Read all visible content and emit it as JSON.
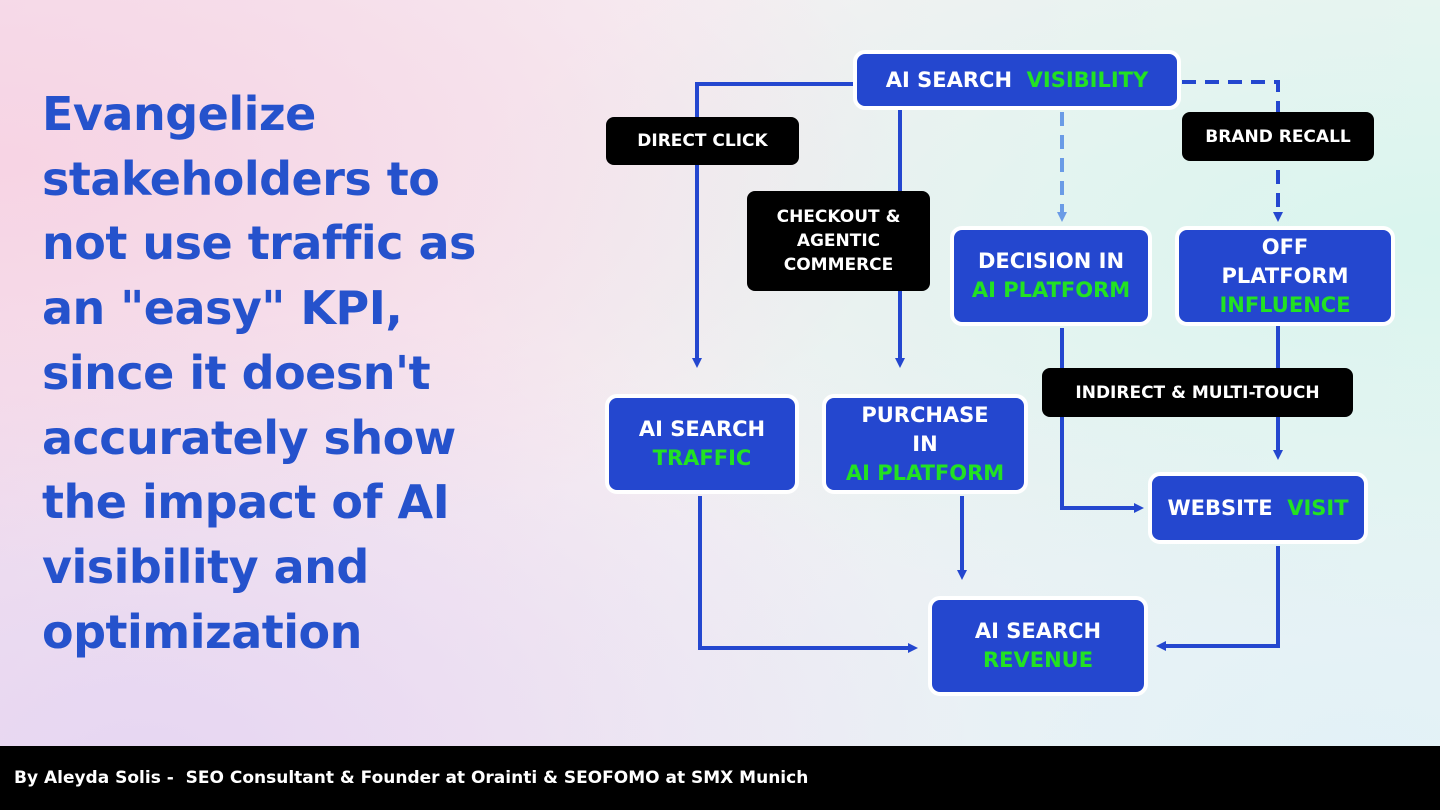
{
  "headline": {
    "lines": [
      "Evangelize",
      "stakeholders to",
      "not use traffic as",
      "an \"easy\" KPI,",
      "since it doesn't",
      "accurately show",
      "the impact of AI",
      "visibility and",
      "optimization"
    ]
  },
  "diagram": {
    "nodes": {
      "visibility": {
        "white": "AI SEARCH",
        "green": "VISIBILITY"
      },
      "decision": {
        "white": "DECISION IN",
        "green": "AI PLATFORM"
      },
      "off_platform": {
        "white1": "OFF",
        "white2": "PLATFORM",
        "green": "INFLUENCE"
      },
      "traffic": {
        "white": "AI SEARCH",
        "green": "TRAFFIC"
      },
      "purchase": {
        "white1": "PURCHASE",
        "white2": "IN",
        "green": "AI PLATFORM"
      },
      "website": {
        "white": "WEBSITE",
        "green": "VISIT"
      },
      "revenue": {
        "white": "AI SEARCH",
        "green": "REVENUE"
      }
    },
    "labels": {
      "direct_click": "DIRECT CLICK",
      "brand_recall": "BRAND RECALL",
      "checkout": [
        "CHECKOUT &",
        "AGENTIC",
        "COMMERCE"
      ],
      "indirect": "INDIRECT & MULTI-TOUCH"
    },
    "colors": {
      "node_fill": "#2447cf",
      "accent_green": "#22e222",
      "arrow_solid": "#2447cf",
      "arrow_dashed": "#6a9be6",
      "headline": "#2552cc"
    }
  },
  "footer": {
    "text": "By Aleyda Solis -  SEO Consultant & Founder at Orainti & SEOFOMO at SMX Munich"
  }
}
